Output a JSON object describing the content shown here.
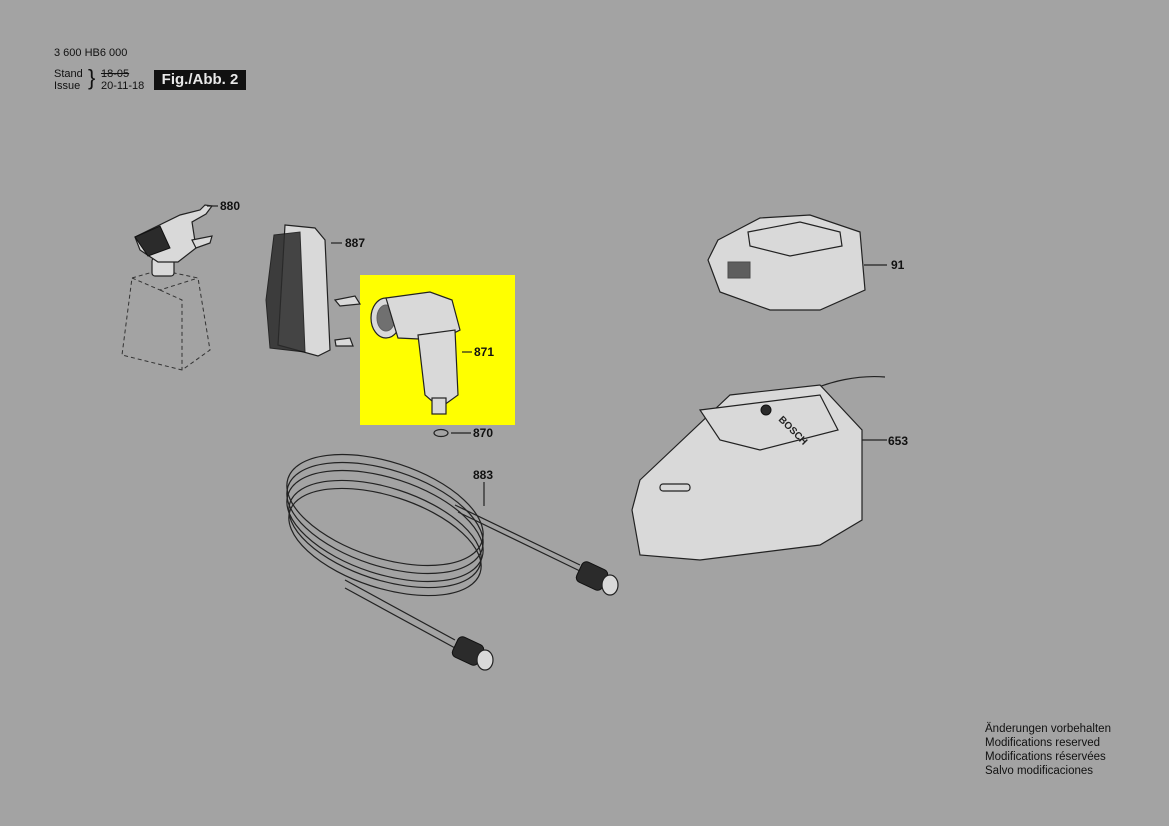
{
  "header": {
    "part_number": "3 600 HB6 000",
    "stand_label": "Stand",
    "issue_label": "Issue",
    "stand_date_struck": "18-05",
    "issue_date": "20-11-18",
    "figure_label": "Fig./Abb. 2"
  },
  "colors": {
    "background": "#a3a3a3",
    "highlight": "#ffff00",
    "badge_bg": "#111111",
    "badge_text": "#e8e8e8"
  },
  "parts": [
    {
      "id": "880",
      "name": "spray-bottle-nozzle"
    },
    {
      "id": "887",
      "name": "brush"
    },
    {
      "id": "871",
      "name": "spray-gun",
      "highlighted": true
    },
    {
      "id": "870",
      "name": "o-ring"
    },
    {
      "id": "91",
      "name": "battery-pack"
    },
    {
      "id": "653",
      "name": "battery-charger",
      "brand_text": "BOSCH"
    },
    {
      "id": "883",
      "name": "hose"
    }
  ],
  "footer_notes": [
    "Änderungen vorbehalten",
    "Modifications reserved",
    "Modifications réservées",
    "Salvo modificaciones"
  ]
}
